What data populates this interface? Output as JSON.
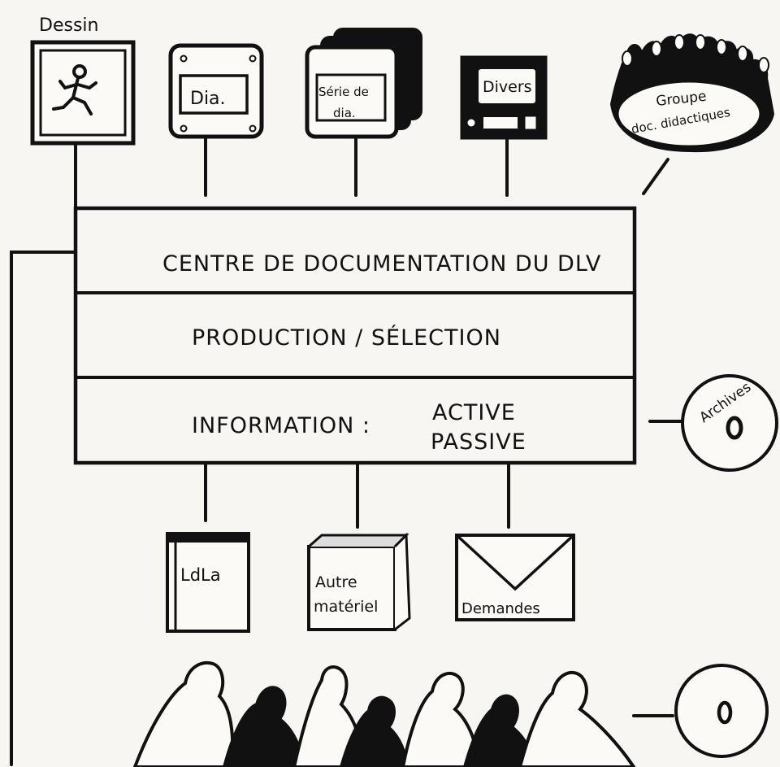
{
  "top_items": {
    "dessin": "Dessin",
    "dia": "Dia.",
    "serie_line1": "Série de",
    "serie_line2": "dia.",
    "divers": "Divers",
    "groupe_line1": "Groupe",
    "groupe_line2": "doc. didactiques"
  },
  "central_box": {
    "row1": "CENTRE DE DOCUMENTATION DU DLV",
    "row2": "PRODUCTION / SÉLECTION",
    "row3_label": "INFORMATION :",
    "row3_active": "ACTIVE",
    "row3_passive": "PASSIVE"
  },
  "archives": "Archives",
  "bottom_items": {
    "ldla": "LdLa",
    "autre_line1": "Autre",
    "autre_line2": "matériel",
    "demandes": "Demandes"
  }
}
